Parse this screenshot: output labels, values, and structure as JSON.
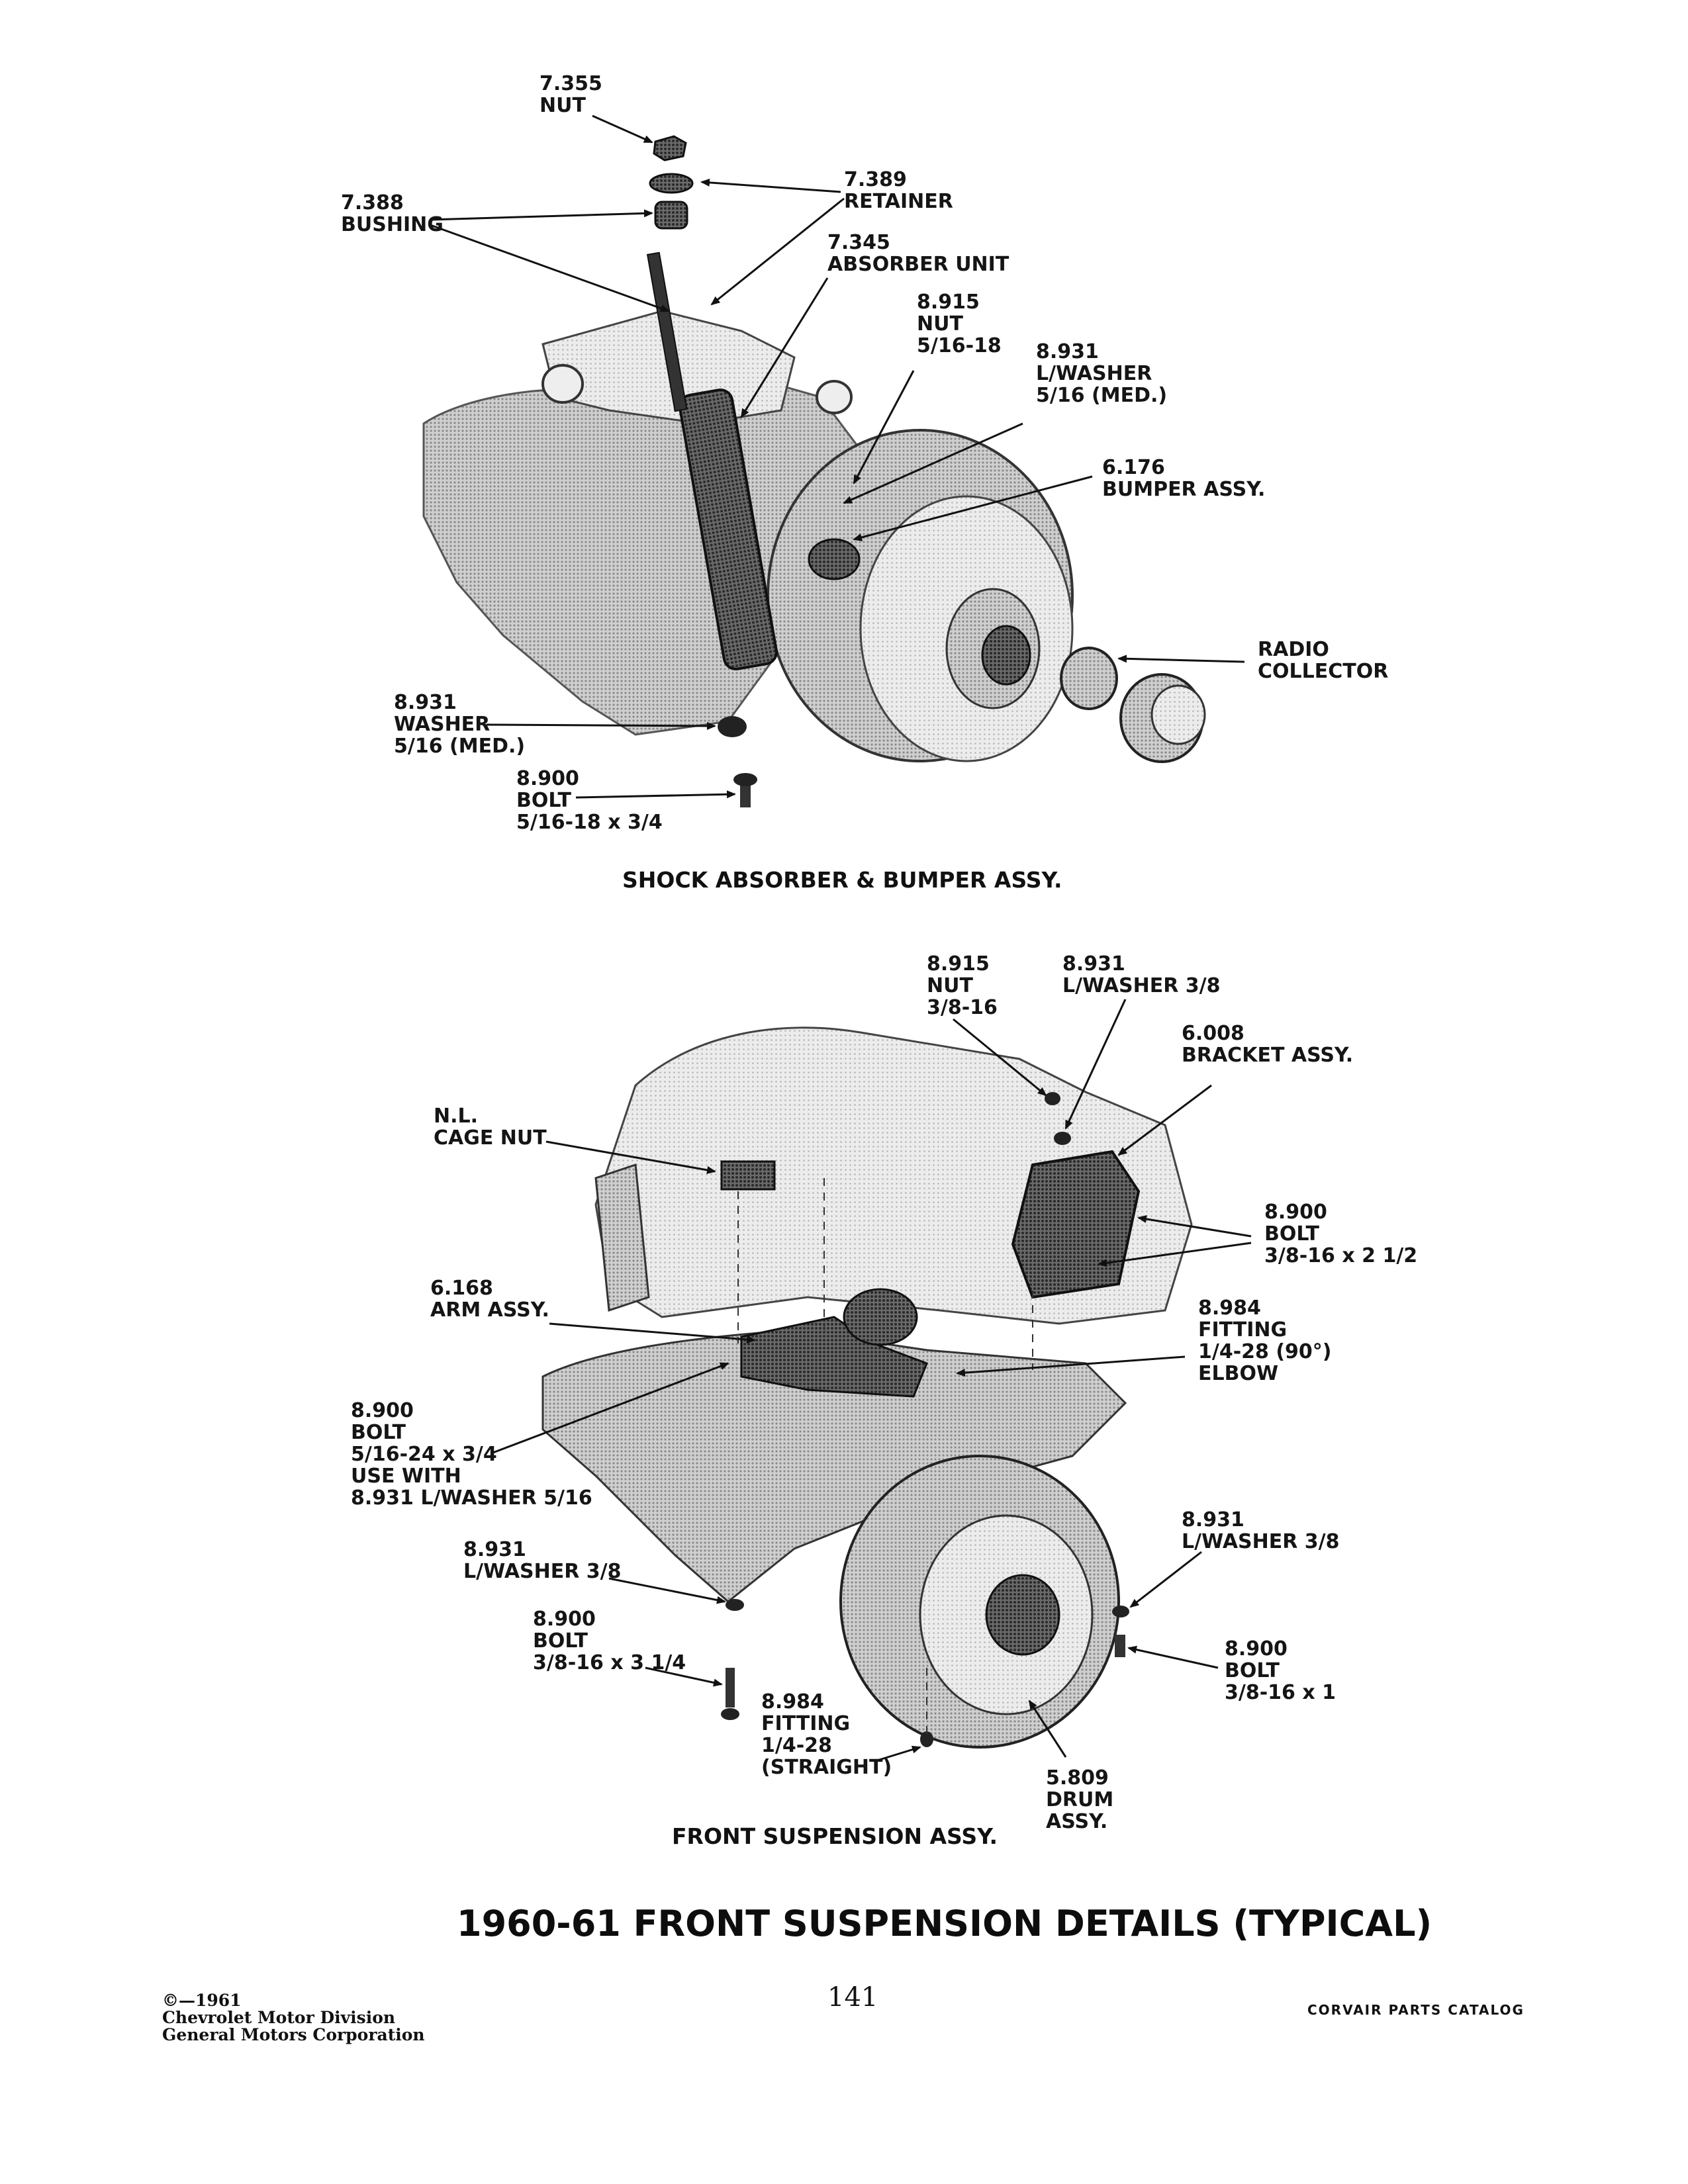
{
  "shock": {
    "nut_7355": [
      "7.355",
      "NUT"
    ],
    "retainer_7389": [
      "7.389",
      "RETAINER"
    ],
    "bushing_7388": [
      "7.388",
      "BUSHING"
    ],
    "absorber_7345": [
      "7.345",
      "ABSORBER UNIT"
    ],
    "nut_8915": [
      "8.915",
      "NUT",
      "5/16-18"
    ],
    "washer_8931_top": [
      "8.931",
      "L/WASHER",
      "5/16 (MED.)"
    ],
    "bumper_6176": [
      "6.176",
      "BUMPER ASSY."
    ],
    "radio_collector": [
      "RADIO",
      "COLLECTOR"
    ],
    "washer_8931_bottom": [
      "8.931",
      "WASHER",
      "5/16 (MED.)"
    ],
    "bolt_8900": [
      "8.900",
      "BOLT",
      "5/16-18 x 3/4"
    ],
    "caption": "SHOCK ABSORBER & BUMPER ASSY."
  },
  "front": {
    "nut_8915": [
      "8.915",
      "NUT",
      "3/8-16"
    ],
    "washer_8931_top": [
      "8.931",
      "L/WASHER 3/8"
    ],
    "bracket_6008": [
      "6.008",
      "BRACKET ASSY."
    ],
    "cage_nut": [
      "N.L.",
      "CAGE NUT"
    ],
    "bolt_8900_right": [
      "8.900",
      "BOLT",
      "3/8-16 x 2 1/2"
    ],
    "arm_6168": [
      "6.168",
      "ARM ASSY."
    ],
    "fitting_8984_elbow": [
      "8.984",
      "FITTING",
      "1/4-28 (90°)",
      "ELBOW"
    ],
    "bolt_8900_left": [
      "8.900",
      "BOLT",
      "5/16-24 x 3/4",
      "USE WITH",
      "8.931 L/WASHER 5/16"
    ],
    "washer_8931_right": [
      "8.931",
      "L/WASHER 3/8"
    ],
    "washer_8931_left": [
      "8.931",
      "L/WASHER 3/8"
    ],
    "bolt_8900_lower_left": [
      "8.900",
      "BOLT",
      "3/8-16 x 3 1/4"
    ],
    "bolt_8900_lower_right": [
      "8.900",
      "BOLT",
      "3/8-16 x 1"
    ],
    "fitting_8984_straight": [
      "8.984",
      "FITTING",
      "1/4-28",
      "(STRAIGHT)"
    ],
    "drum_5809": [
      "5.809",
      "DRUM",
      "ASSY."
    ],
    "caption": "FRONT SUSPENSION ASSY."
  },
  "page_title": "1960-61 FRONT SUSPENSION DETAILS (TYPICAL)",
  "footer": {
    "copyright": [
      "©—1961",
      "Chevrolet Motor Division",
      "General Motors Corporation"
    ],
    "page_number": "141",
    "catalog_name": "CORVAIR PARTS CATALOG"
  }
}
